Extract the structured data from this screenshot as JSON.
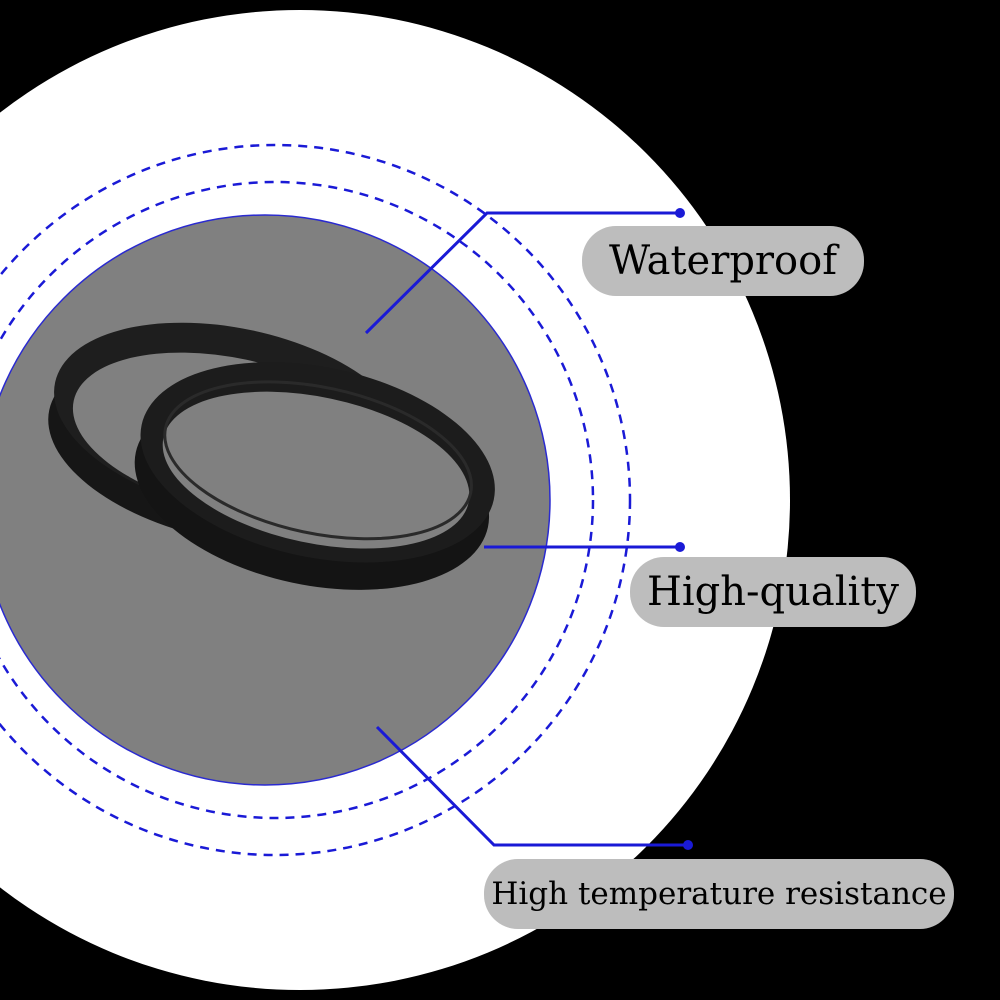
{
  "colors": {
    "background": "#000000",
    "backdrop_disc": "#ffffff",
    "inner_disc": "#808080",
    "accent_blue": "#1a1ad6",
    "label_pill": "#bdbdbd",
    "product": "#151515"
  },
  "product": {
    "icon": "rubber-belt-pair"
  },
  "features": [
    {
      "label": "Waterproof"
    },
    {
      "label": "High-quality"
    },
    {
      "label": "High temperature resistance"
    }
  ]
}
